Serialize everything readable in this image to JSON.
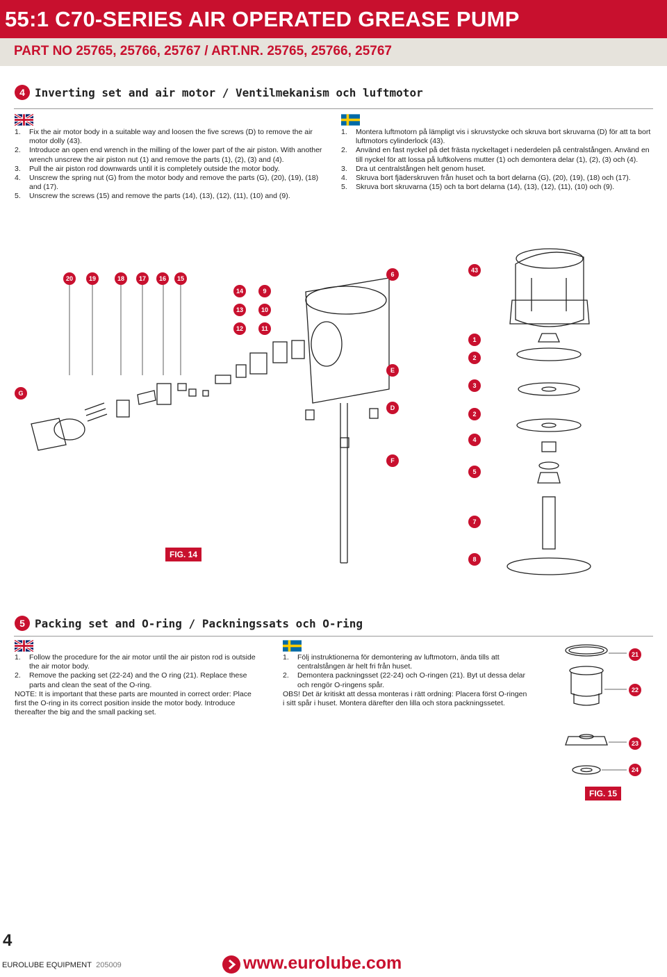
{
  "header": {
    "title": "55:1 C70-SERIES AIR OPERATED GREASE PUMP",
    "subtitle": "PART NO 25765, 25766, 25767  / ART.NR. 25765, 25766, 25767"
  },
  "section4": {
    "number": "4",
    "title": "Inverting set and air motor / Ventilmekanism och luftmotor",
    "en_steps": [
      {
        "n": "1.",
        "text": "Fix the air motor body in a suitable way and loosen the five screws (D) to remove the air motor dolly (43)."
      },
      {
        "n": "2.",
        "text": "Introduce an open end wrench in the milling of the lower part of the air piston. With another wrench unscrew the air piston nut (1) and remove the parts (1), (2), (3) and (4)."
      },
      {
        "n": "3.",
        "text": "Pull the air piston rod downwards until it is completely outside the motor body."
      },
      {
        "n": "4.",
        "text": "Unscrew the spring nut (G) from the motor body and remove the parts (G), (20), (19), (18) and (17)."
      },
      {
        "n": "5.",
        "text": "Unscrew the screws (15) and remove the parts (14), (13), (12), (11), (10) and (9)."
      }
    ],
    "sv_steps": [
      {
        "n": "1.",
        "text": "Montera luftmotorn på lämpligt vis i skruvstycke och skruva bort skruvarna (D) för att ta bort luftmotors cylinderlock (43)."
      },
      {
        "n": "2.",
        "text": "Använd en fast nyckel på det frästa nyckeltaget i nederdelen på centralstången. Använd en till nyckel för att lossa på luftkolvens mutter (1) och demontera delar (1), (2), (3) och (4)."
      },
      {
        "n": "3.",
        "text": "Dra ut centralstången helt genom huset."
      },
      {
        "n": "4.",
        "text": "Skruva bort fjäderskruven från huset och ta bort delarna (G), (20), (19), (18) och (17)."
      },
      {
        "n": "5.",
        "text": "Skruva bort skruvarna (15) och ta bort delarna (14), (13), (12), (11), (10) och (9)."
      }
    ],
    "figure_label": "FIG. 14",
    "callouts": [
      "20",
      "19",
      "18",
      "17",
      "16",
      "15",
      "14",
      "9",
      "13",
      "10",
      "12",
      "11",
      "6",
      "43",
      "1",
      "2",
      "E",
      "3",
      "D",
      "2",
      "4",
      "F",
      "5",
      "7",
      "8",
      "G"
    ]
  },
  "section5": {
    "number": "5",
    "title": "Packing set and O-ring / Packningssats och O-ring",
    "en_steps": [
      {
        "n": "1.",
        "text": "Follow the procedure for the air motor until the air piston rod is outside the air motor body."
      },
      {
        "n": "2.",
        "text": "Remove the packing set (22-24) and the O ring (21). Replace these parts and clean the seat of the O-ring."
      }
    ],
    "en_note": "NOTE: It is important that these parts are mounted in correct order: Place first the O-ring in its correct position inside the motor body. Introduce thereafter the big and the small packing set.",
    "sv_steps": [
      {
        "n": "1.",
        "text": "Följ instruktionerna för demontering av luftmotorn, ända tills att centralstången är helt fri från huset."
      },
      {
        "n": "2.",
        "text": "Demontera packningsset (22-24) och O-ringen (21). Byt ut dessa delar och rengör O-ringens spår."
      }
    ],
    "sv_note": "OBS! Det är kritiskt att dessa monteras i rätt ordning: Placera först O-ringen i sitt spår i huset. Montera därefter den lilla och stora packningssetet.",
    "figure_label": "FIG. 15",
    "callouts": [
      "21",
      "22",
      "23",
      "24"
    ]
  },
  "footer": {
    "page_number": "4",
    "company": "EUROLUBE EQUIPMENT",
    "code": "205009",
    "url": "www.eurolube.com"
  },
  "colors": {
    "brand_red": "#c8102e",
    "band_grey": "#e6e3dc"
  },
  "icons": [
    "uk-flag-icon",
    "sweden-flag-icon",
    "eurolube-logo-icon"
  ]
}
